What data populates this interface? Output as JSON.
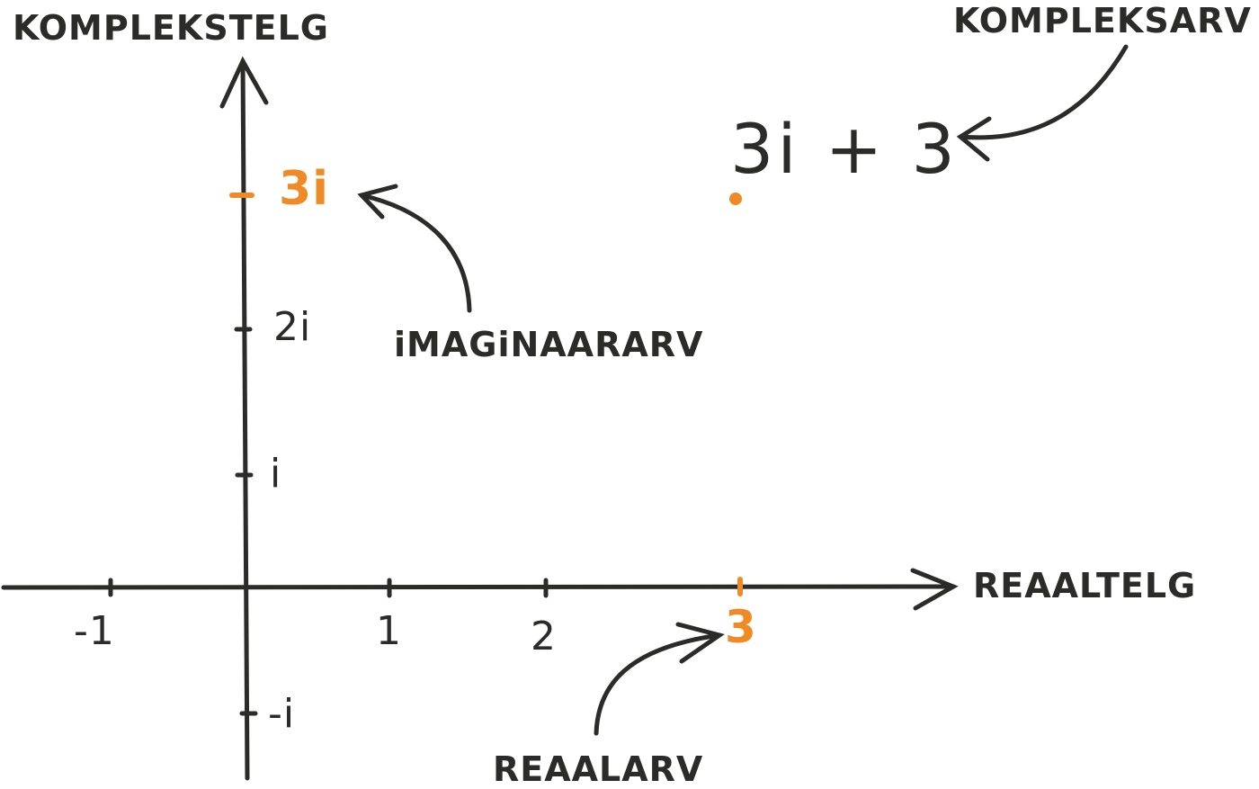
{
  "colors": {
    "ink": "#2b2b29",
    "accent": "#f08a24",
    "background": "#ffffff"
  },
  "axes": {
    "vertical_label": "KOMPLEKSTELG",
    "horizontal_label": "REAALTELG"
  },
  "ticks": {
    "x": [
      "-1",
      "1",
      "2",
      "3"
    ],
    "y": [
      "i",
      "2i",
      "3i",
      "-i"
    ]
  },
  "annotations": {
    "complex_number_label": "KOMPLEKSARV",
    "complex_number": "3i + 3",
    "imaginary_part_label": "iMAGiNAARARV",
    "imaginary_part": "3i",
    "real_part_label": "REAALARV",
    "real_part": "3"
  },
  "point": {
    "re": 3,
    "im": 3
  }
}
